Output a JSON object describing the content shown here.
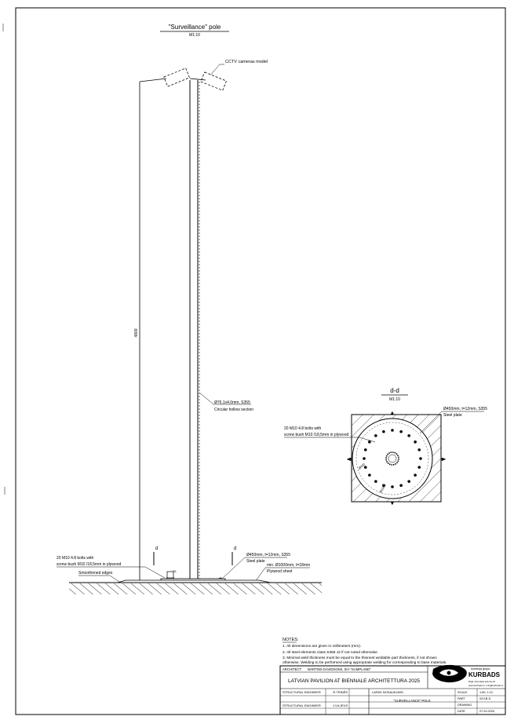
{
  "elevation": {
    "title": "\"Surveillance\" pole",
    "scale": "M1:10",
    "camera_label": "CCTV cameras model",
    "height_dim": "4800",
    "pipe_label_1": "Ø76,1x4,0mm, S355",
    "pipe_label_2": "Circular hollow section",
    "bolts_label_1": "20 M10 4.8 bolts with",
    "bolts_label_2": "screw bush M10 /18,5mm in plywood",
    "edges_label": "Smoothened edges",
    "plate_label_1": "Ø450mm, t=12mm, S355",
    "plate_label_2": "Steel plate",
    "plywood_label_1": "min. Ø1000mm, t=18mm",
    "plywood_label_2": "Plywood sheet",
    "cut_marker": "d",
    "small_dim": "25"
  },
  "section": {
    "title": "d-d",
    "scale": "M1:10",
    "plate_label_1": "Ø450mm, t=12mm, S355",
    "plate_label_2": "Steel plate",
    "bolts_label_1": "20 M10 4.8 bolts with",
    "bolts_label_2": "screw bush M10 /18,5mm in plywood",
    "dim_a": "Ø400",
    "dim_b": "Ø1000"
  },
  "notes": {
    "heading": "NOTES:",
    "items": [
      "1. All dimensions are given in millimeters (mm).",
      "2. All steel elements class S355 J2 if not noted otherwise.",
      "3. Minimal weld thickness must be equal to the thinnest weldable part thickness, if not shown",
      "otherwise. Welding to be performed using appropriate welding for corresponding to base materials."
    ]
  },
  "title_block": {
    "architect_label": "ARCHITECT:",
    "architect_value": "MARTINS DAVIDSONS, SIA \"GAMPLAND\"",
    "project": "LATVIAN PAVILION AT BIENNALE ARCHITETTURA 2025",
    "stage": "LAPAS NOSAUKUMS:",
    "sheet_name": "\"SURVEILLANCE\" POLE",
    "rows": [
      {
        "role": "STRUCTURAL ENGINEER",
        "name": "R.TRIŅŠS"
      },
      {
        "role": "STRUCTURAL ENGINEER",
        "name": "J.VILJEVS"
      }
    ],
    "fields": [
      {
        "label": "SCALE",
        "value": "1:50; 1:10"
      },
      {
        "label": "PART",
        "value": "03 KB-D"
      },
      {
        "label": "DRAWING",
        "value": ""
      },
      {
        "label": "DATE",
        "value": "07.03.2025"
      }
    ],
    "logo_small": "būvbiroja grupa",
    "logo_name": "KURBADS",
    "logo_address": "Riga, Antonijas iela 2a-10",
    "logo_contact": "www.kurbads.lv; info@kurbads.lv"
  }
}
